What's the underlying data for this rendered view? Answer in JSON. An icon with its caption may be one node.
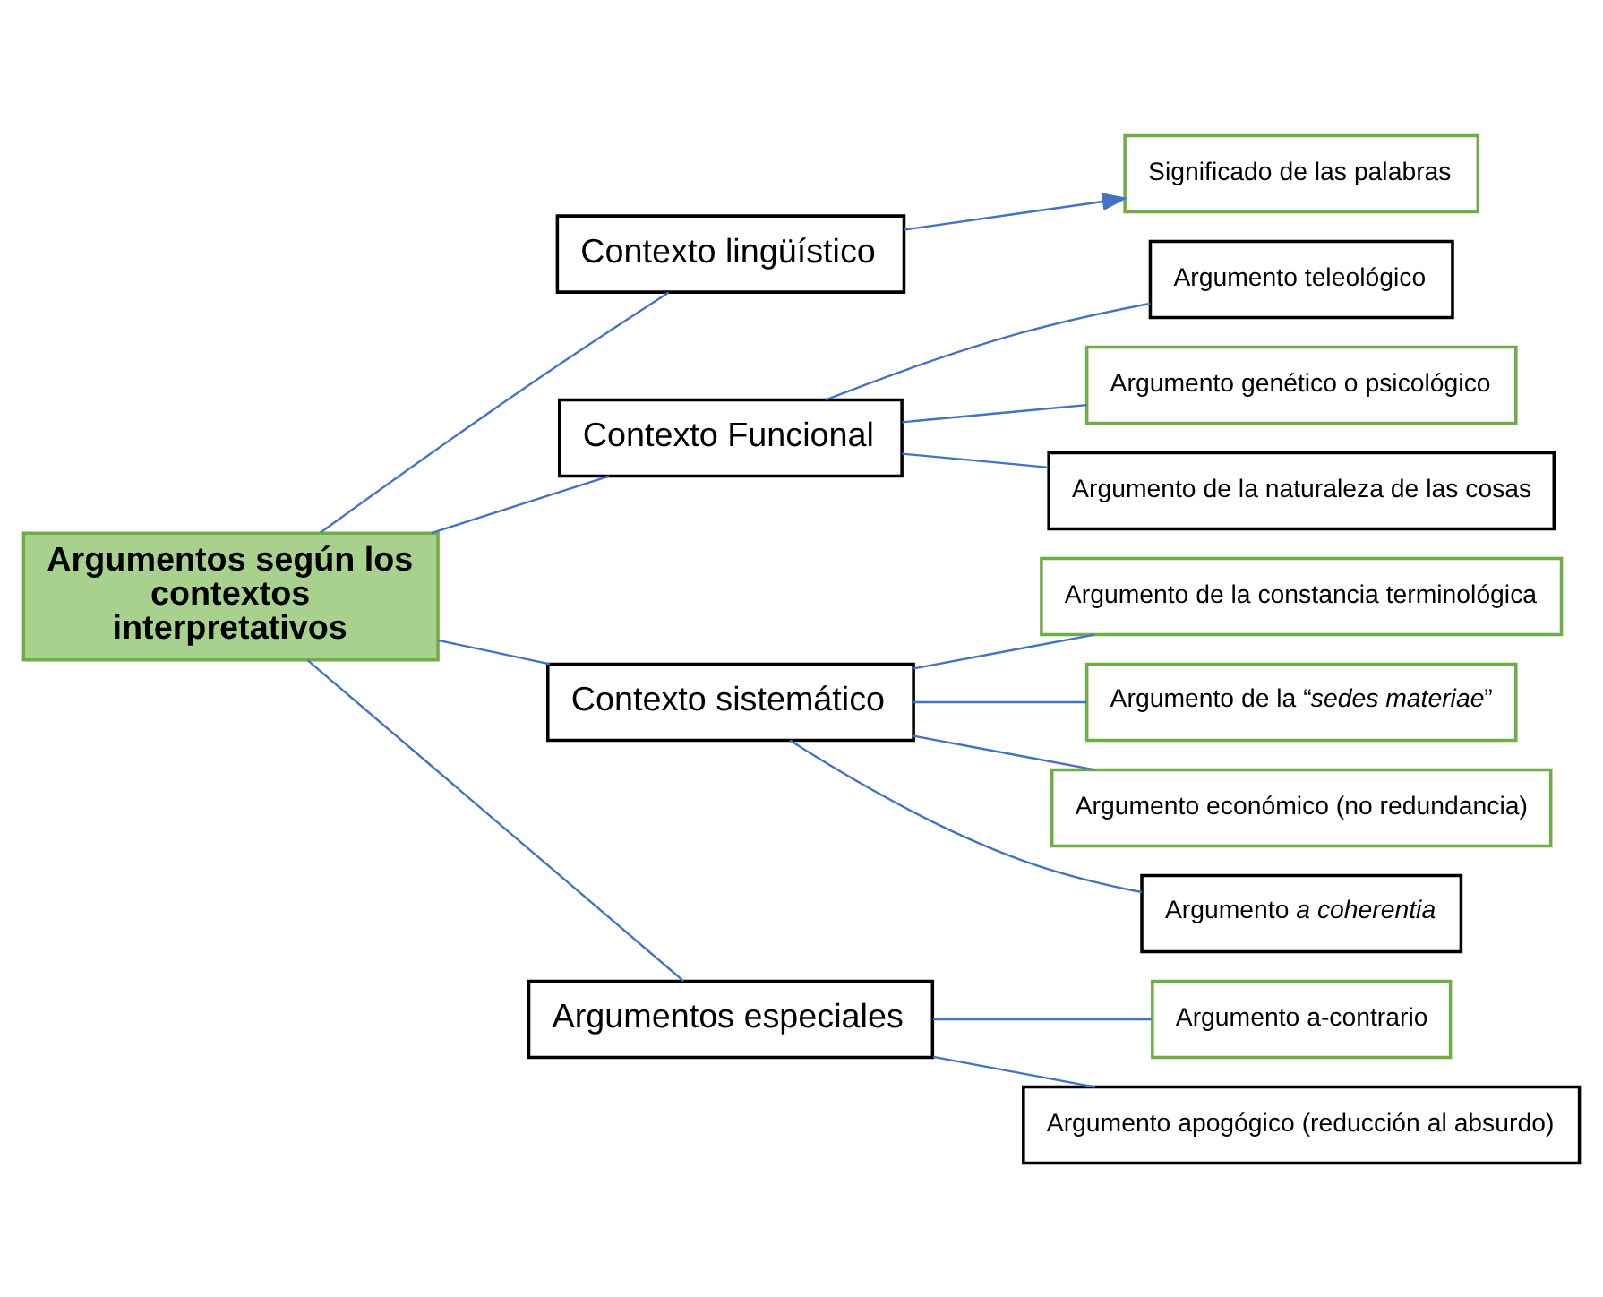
{
  "diagram": {
    "nodes": [
      {
        "text": [
          "Argumentos según los contextos interpretativos"
        ]
      },
      {
        "text": [
          "Contexto lingüístico"
        ]
      },
      {
        "text": [
          "Significado de las palabras"
        ]
      },
      {
        "text": [
          "Contexto Funcional"
        ]
      },
      {
        "text": [
          "Argumento teleológico"
        ]
      },
      {
        "text": [
          "Argumento genético o psicológico"
        ]
      },
      {
        "text": [
          "Argumento de la naturaleza de las cosas"
        ]
      },
      {
        "text": [
          "Contexto sistemático"
        ]
      },
      {
        "text": [
          "Argumento de la constancia terminológica"
        ]
      },
      {
        "text": [
          "Argumento de la “*sedes materiae*”"
        ]
      },
      {
        "text": [
          "Argumento económico (no redundancia)"
        ]
      },
      {
        "text": [
          "Argumento *a coherentia*"
        ]
      },
      {
        "text": [
          "Argumentos especiales"
        ]
      },
      {
        "text": [
          "Argumento a-contrario"
        ]
      },
      {
        "text": [
          "Argumento apogógico (reducción al absurdo)"
        ]
      }
    ],
    "edges": [
      {
        "from": 0,
        "to": 1,
        "arrow": "none"
      },
      {
        "from": 0,
        "to": 3,
        "arrow": "none"
      },
      {
        "from": 0,
        "to": 7,
        "arrow": "none"
      },
      {
        "from": 0,
        "to": 12,
        "arrow": "none"
      },
      {
        "from": 1,
        "to": 2,
        "arrow": "to"
      },
      {
        "from": 3,
        "to": 4,
        "arrow": "none"
      },
      {
        "from": 3,
        "to": 5,
        "arrow": "none"
      },
      {
        "from": 3,
        "to": 6,
        "arrow": "none"
      },
      {
        "from": 7,
        "to": 8,
        "arrow": "none"
      },
      {
        "from": 7,
        "to": 9,
        "arrow": "none"
      },
      {
        "from": 7,
        "to": 10,
        "arrow": "none"
      },
      {
        "from": 7,
        "to": 11,
        "arrow": "none"
      },
      {
        "from": 12,
        "to": 13,
        "arrow": "none"
      },
      {
        "from": 12,
        "to": 14,
        "arrow": "none"
      }
    ]
  }
}
